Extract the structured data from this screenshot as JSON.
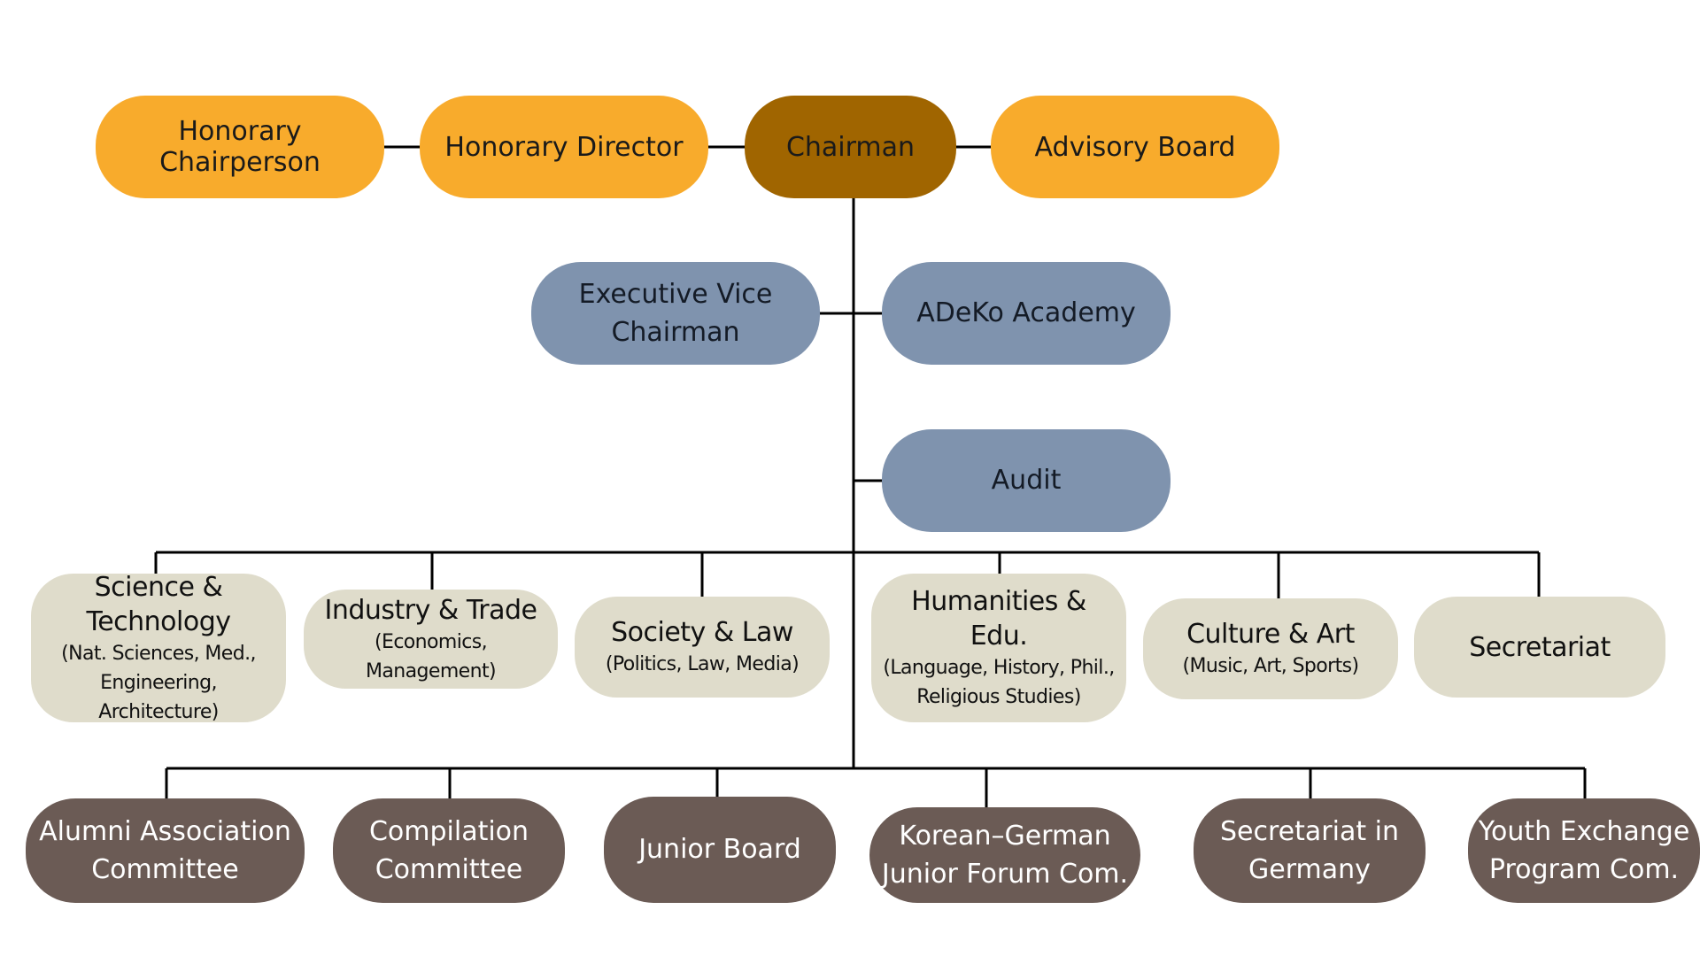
{
  "top_row": {
    "honorary_chairperson": "Honorary Chairperson",
    "honorary_director": "Honorary Director",
    "chairman": "Chairman",
    "advisory_board": "Advisory Board"
  },
  "management": {
    "executive_vice_line1": "Executive Vice",
    "executive_vice_line2": "Chairman",
    "academy": "ADeKo Academy",
    "audit": "Audit"
  },
  "departments": [
    {
      "title": "Science & Technology",
      "sub1": "(Nat. Sciences,  Med.,",
      "sub2": "Engineering, Architecture)"
    },
    {
      "title": "Industry & Trade",
      "sub1": "(Economics, Management)"
    },
    {
      "title": "Society & Law",
      "sub1": "(Politics, Law, Media)"
    },
    {
      "title": "Humanities & Edu.",
      "sub1": "(Language, History, Phil.,",
      "sub2": "Religious Studies)"
    },
    {
      "title": "Culture & Art",
      "sub1": "(Music, Art, Sports)"
    },
    {
      "title": "Secretariat"
    }
  ],
  "committees": [
    {
      "line1": "Alumni Association",
      "line2": "Committee"
    },
    {
      "line1": "Compilation",
      "line2": "Committee"
    },
    {
      "line1": "Junior Board"
    },
    {
      "line1": "Korean–German",
      "line2": "Junior Forum Com."
    },
    {
      "line1": "Secretariat in",
      "line2": "Germany"
    },
    {
      "line1": "Youth Exchange",
      "line2": "Program Com."
    }
  ],
  "colors": {
    "top_box": "#f8ab2c",
    "chairman_box": "#a06500",
    "management_box": "#7f93ae",
    "department_box": "#dfdccb",
    "committee_box": "#6b5b55"
  }
}
